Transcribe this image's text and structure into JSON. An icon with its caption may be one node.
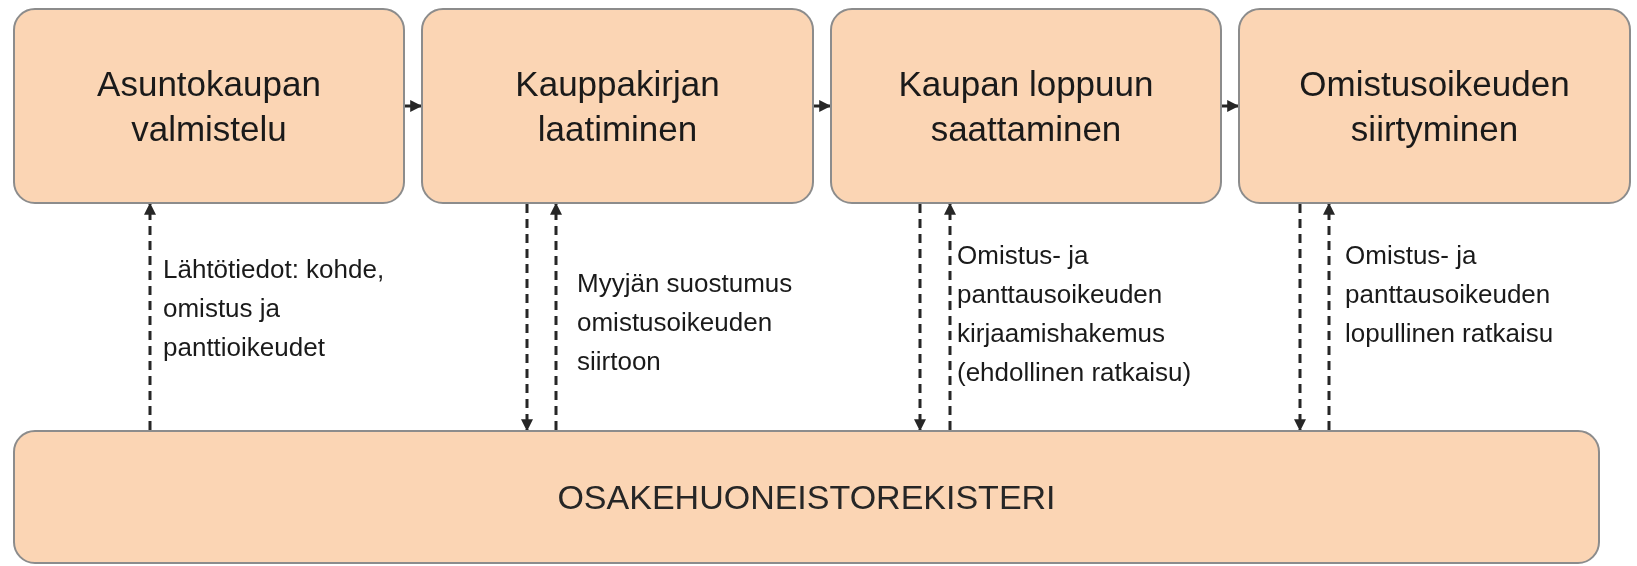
{
  "diagram": {
    "nodes": [
      {
        "text": [
          "Asuntokaupan valmistelu"
        ]
      },
      {
        "text": [
          "Kauppakirjan laatiminen"
        ]
      },
      {
        "text": [
          "Kaupan loppuun saattaminen"
        ]
      },
      {
        "text": [
          "Omistusoikeuden siirtyminen"
        ]
      },
      {
        "text": [
          "OSAKEHUONEISTOREKISTERI"
        ]
      }
    ],
    "edges": [
      {
        "from": 0,
        "to": 1,
        "arrow": "to"
      },
      {
        "from": 1,
        "to": 2,
        "arrow": "to"
      },
      {
        "from": 2,
        "to": 3,
        "arrow": "to"
      },
      {
        "from": 4,
        "to": 0,
        "arrow": "to",
        "style": "dashed",
        "label": "Lähtötiedot: kohde, omistus ja panttioikeudet"
      },
      {
        "from": 1,
        "to": 4,
        "arrow": "to",
        "style": "dashed"
      },
      {
        "from": 4,
        "to": 1,
        "arrow": "to",
        "style": "dashed",
        "label": "Myyjän suostumus omistusoikeuden siirtoon"
      },
      {
        "from": 2,
        "to": 4,
        "arrow": "to",
        "style": "dashed"
      },
      {
        "from": 4,
        "to": 2,
        "arrow": "to",
        "style": "dashed",
        "label": "Omistus- ja panttausoikeuden kirjaamishakemus (ehdollinen ratkaisu)"
      },
      {
        "from": 3,
        "to": 4,
        "arrow": "to",
        "style": "dashed"
      },
      {
        "from": 4,
        "to": 3,
        "arrow": "to",
        "style": "dashed",
        "label": "Omistus- ja panttausoikeuden lopullinen ratkaisu"
      }
    ]
  }
}
